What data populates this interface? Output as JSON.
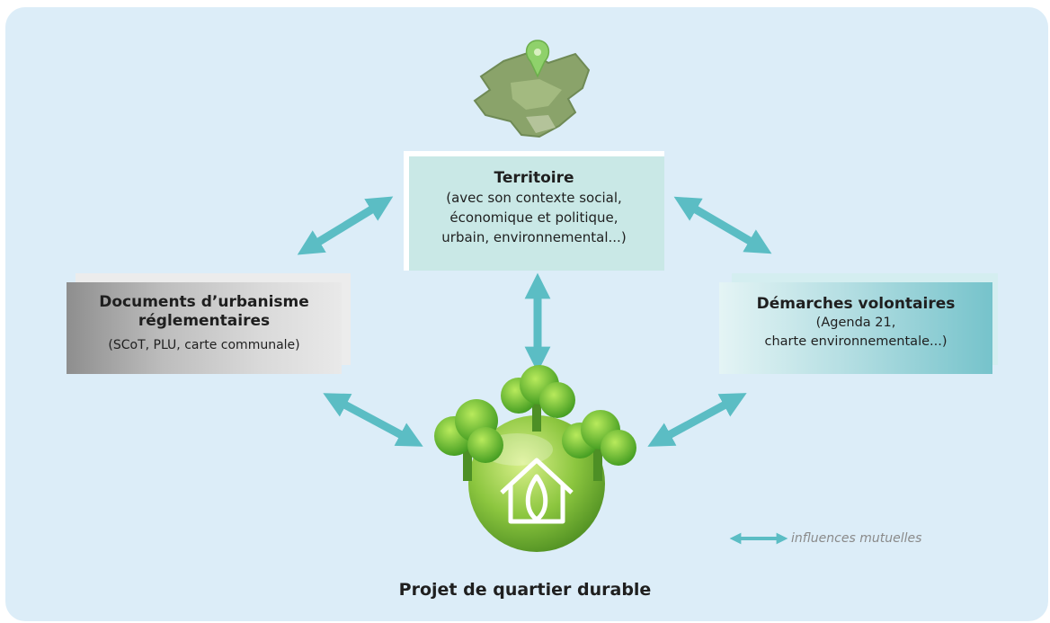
{
  "territoire": {
    "title": "Territoire",
    "lines": [
      "(avec son contexte social,",
      "économique et politique,",
      "urbain, environnemental...)"
    ]
  },
  "documents": {
    "title_lines": [
      "Documents d’urbanisme",
      "réglementaires"
    ],
    "subtitle": "(SCoT, PLU, carte communale)"
  },
  "demarches": {
    "title": "Démarches volontaires",
    "lines": [
      "(Agenda 21,",
      "charte environnementale...)"
    ]
  },
  "project": {
    "title": "Projet de quartier durable"
  },
  "legend": {
    "label": "influences mutuelles",
    "icon": "double-arrow-icon"
  },
  "colors": {
    "background": "#dcedf8",
    "arrow": "#5bbdc4",
    "territoire_box": "#c9e8e6",
    "demarches_box": "#76c3cb",
    "documents_box": "#8e8e8e",
    "tree_green": "#7dc53e",
    "map_pin": "#8fd16b"
  }
}
